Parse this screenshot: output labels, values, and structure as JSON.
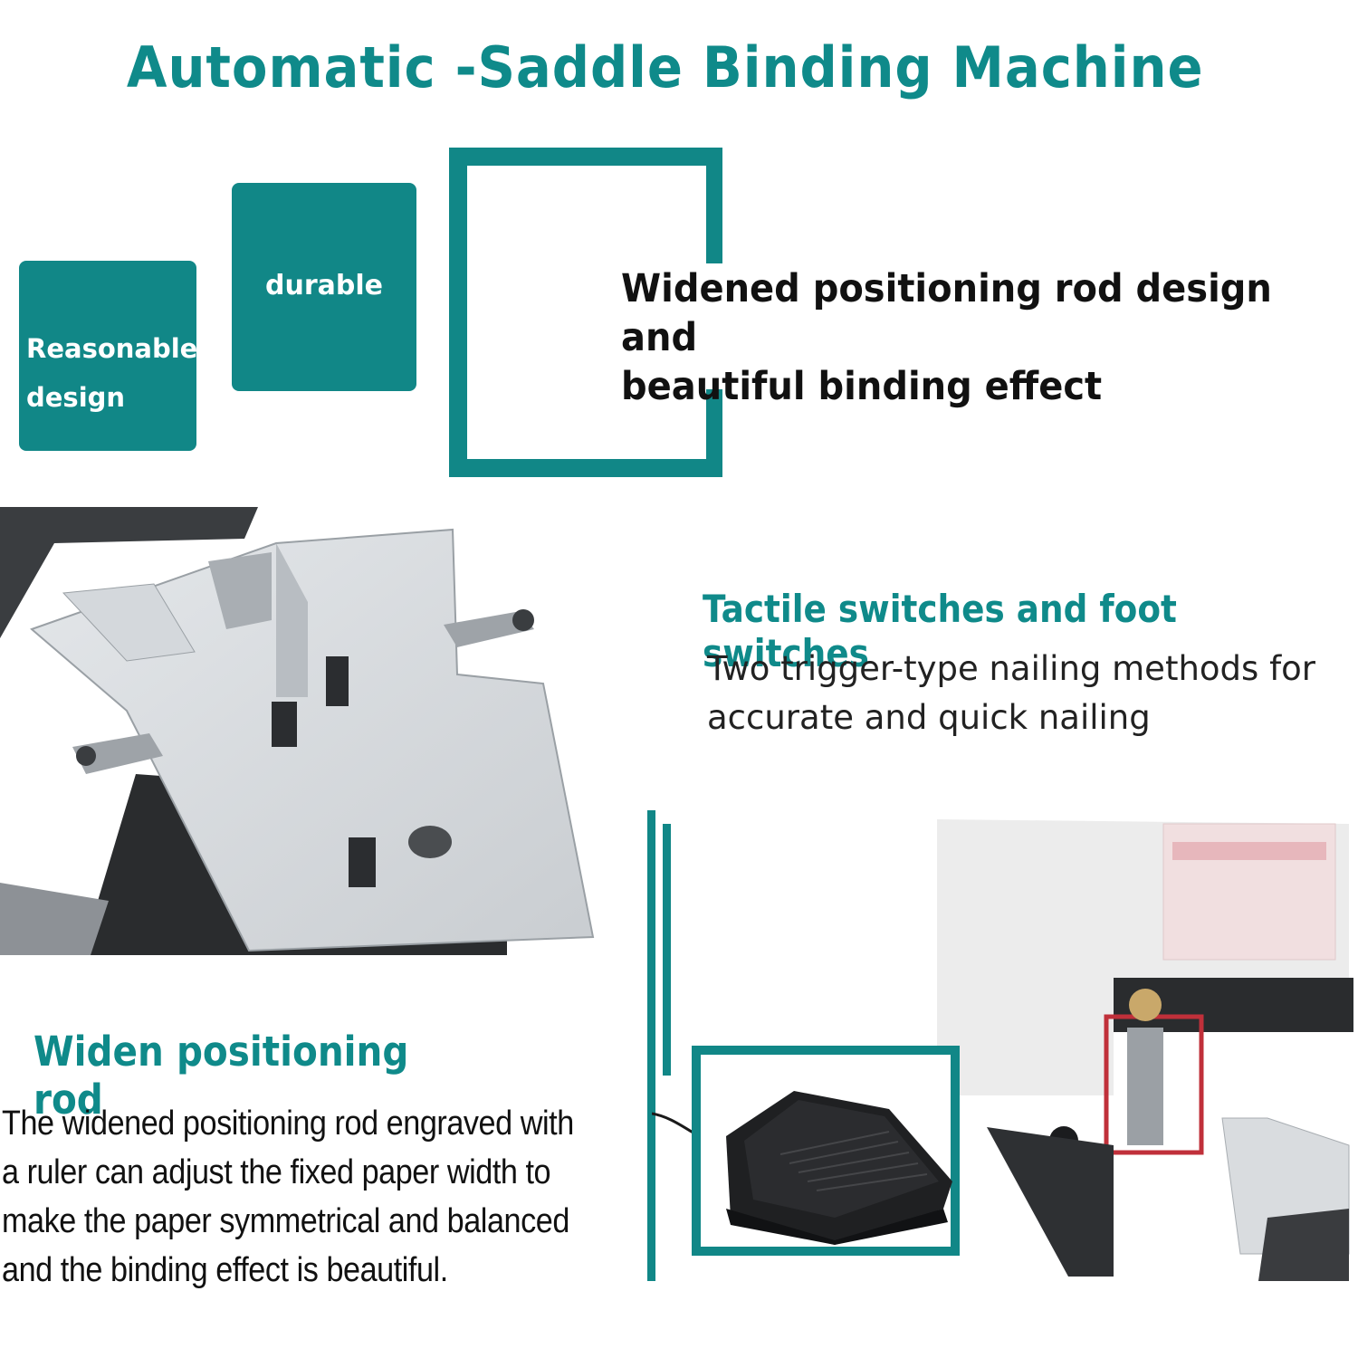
{
  "title": "Automatic -Saddle Binding Machine",
  "tiles": {
    "reasonable": [
      "Reasonable",
      "design"
    ],
    "durable": "durable"
  },
  "headline": [
    "Widened positioning rod design and",
    "beautiful binding effect"
  ],
  "tactile": {
    "heading": "Tactile switches and foot switches",
    "text": [
      "Two trigger-type nailing methods for",
      "accurate and quick nailing"
    ]
  },
  "widen": {
    "heading": "Widen positioning rod",
    "text": [
      "The widened positioning rod engraved with",
      "a ruler can adjust the fixed paper width to",
      "make the paper symmetrical and balanced",
      "and the binding effect is beautiful."
    ]
  },
  "colors": {
    "accent": "#118787",
    "text": "#111111",
    "highlight_box": "#c0303a"
  },
  "images": [
    "saddle-table-photo",
    "foot-pedal-photo",
    "stapler-head-photo"
  ]
}
